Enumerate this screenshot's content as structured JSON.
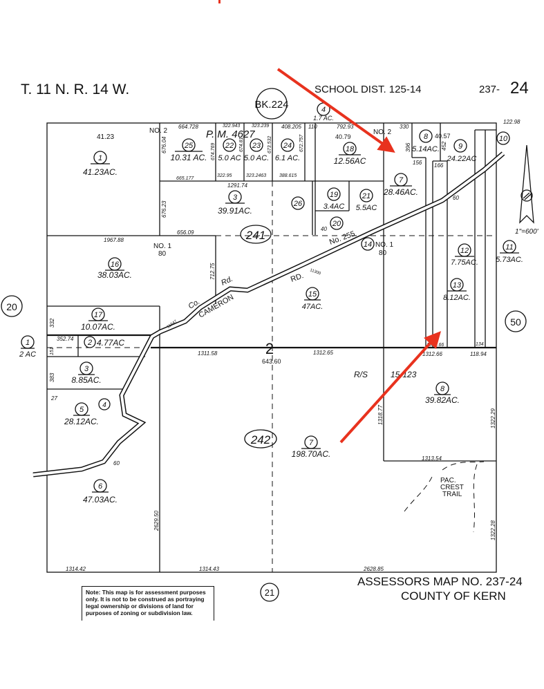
{
  "header": {
    "township": "T. 11 N. R. 14 W.",
    "book": "BK.224",
    "school_district": "SCHOOL DIST. 125-14",
    "map_prefix": "237-",
    "map_page": "24"
  },
  "parcels": [
    {
      "no": "1",
      "acres": "41.23AC."
    },
    {
      "no": "25",
      "acres": "10.31 AC."
    },
    {
      "no": "22",
      "acres": "5.0 AC"
    },
    {
      "no": "23",
      "acres": "5.0 AC."
    },
    {
      "no": "24",
      "acres": "6.1 AC."
    },
    {
      "no": "4",
      "acres": "1.7 AC."
    },
    {
      "no": "18",
      "acres": "12.56AC"
    },
    {
      "no": "8",
      "acres": "5.14AC."
    },
    {
      "no": "9",
      "acres": "24.22AC"
    },
    {
      "no": "10",
      "acres": ""
    },
    {
      "no": "7",
      "acres": "28.46AC."
    },
    {
      "no": "19",
      "acres": "3.4AC"
    },
    {
      "no": "21",
      "acres": "5.5AC"
    },
    {
      "no": "26",
      "acres": ""
    },
    {
      "no": "20",
      "acres": ""
    },
    {
      "no": "3",
      "acres": "39.91AC."
    },
    {
      "no": "16",
      "acres": "38.03AC."
    },
    {
      "no": "14",
      "acres": ""
    },
    {
      "no": "12",
      "acres": "7.75AC."
    },
    {
      "no": "11",
      "acres": "5.73AC."
    },
    {
      "no": "13",
      "acres": "8.12AC."
    },
    {
      "no": "15",
      "acres": "47AC."
    },
    {
      "no": "17",
      "acres": "10.07AC."
    },
    {
      "no": "1",
      "acres": "2 AC"
    },
    {
      "no": "2",
      "acres": "4.77AC"
    },
    {
      "no": "3",
      "acres": "8.85AC."
    },
    {
      "no": "4",
      "acres": ""
    },
    {
      "no": "5",
      "acres": "28.12AC."
    },
    {
      "no": "6",
      "acres": "47.03AC."
    },
    {
      "no": "7",
      "acres": "198.70AC."
    },
    {
      "no": "8",
      "acres": "39.82AC."
    }
  ],
  "blocks": {
    "b241": "241",
    "b242": "242"
  },
  "adjacent": {
    "west": "20",
    "east": "50",
    "south": "21"
  },
  "section": "2",
  "labels": {
    "no2_left": "NO. 2",
    "no2_right": "NO. 2",
    "pm": "P. M. 4627",
    "no1_left": "NO. 1",
    "no1_left_80": "80",
    "no1_right": "NO. 1",
    "no1_right_80": "80",
    "road_co": "Co.",
    "road_rd": "Rd.",
    "road_cameron": "CAMERON",
    "road_rd2": "RD.",
    "road_no": "No. 255",
    "rs": "R/S",
    "rs_no": "15-123",
    "pct1": "PAC.",
    "pct2": "CREST",
    "pct3": "TRAIL",
    "scale": "1\"=600'"
  },
  "dimensions": {
    "d4123": "41.23",
    "d664": "664.728",
    "d322a": "322.943",
    "d323a": "323.239",
    "d408": "408.205",
    "d110": "110",
    "d792": "792.93",
    "d330": "330",
    "d4079": "40.79",
    "d4057": "40.57",
    "d12298": "122.98",
    "d67604": "676.04",
    "d674": "674.769",
    "d67481": "674.81",
    "d673": "673.532",
    "d672": "672.757",
    "d665": "665.177",
    "d32295": "322.95",
    "d323b": "323.2463",
    "d388": "388.615",
    "d1291": "1291.74",
    "d396": "396",
    "d452": "452",
    "d156": "156",
    "d166": "166",
    "d60a": "60",
    "d40": "40",
    "d67623": "676.23",
    "d656": "656.09",
    "d1967": "1967.88",
    "d71275": "712.75",
    "d11300": "11300",
    "d11647": "11647",
    "d332": "332",
    "d35274": "352.74",
    "d151": "151",
    "d383": "383",
    "d27": "27",
    "d60b": "60",
    "d1311": "1311.58",
    "d643": "643.60",
    "d131265": "1312.65",
    "d131266": "1312.66",
    "d1312b": "1312.66",
    "d134": "134",
    "d11894": "118.94",
    "d131877": "1318.77",
    "d132229": "1322.29",
    "d131354": "1313.54",
    "d132228": "1322.28",
    "d2629": "2629.50",
    "d131442": "1314.42",
    "d131443": "1314.43",
    "d262885": "2628.85"
  },
  "footer": {
    "title": "ASSESSORS MAP NO. 237-24",
    "county": "COUNTY OF KERN",
    "note": "Note: This map is for assessment purposes only. It is not to be construed as portraying legal ownership or divisions of land for purposes of zoning or subdivision law."
  },
  "colors": {
    "annotation_arrow": "#e8321e",
    "ink": "#111111"
  },
  "icons": {
    "north": "north-arrow-icon",
    "annotation": "red-arrow-icon"
  }
}
